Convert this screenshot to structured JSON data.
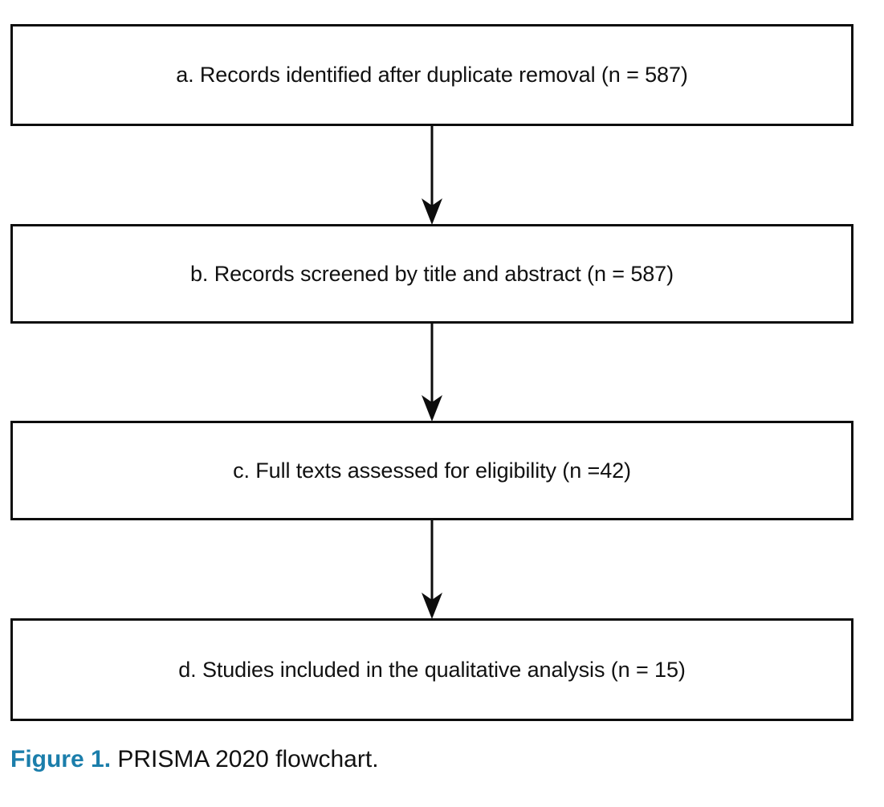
{
  "figure": {
    "caption_prefix": "Figure 1.",
    "caption_text": "PRISMA 2020 flowchart.",
    "accent_color": "#1b7eab",
    "text_color": "#111111",
    "border_color": "#0d0d0d",
    "background_color": "#ffffff"
  },
  "chart_data": {
    "type": "diagram",
    "diagram_type": "prisma-2020-flowchart",
    "title": "PRISMA 2020 flowchart",
    "orientation": "vertical",
    "nodes": [
      {
        "id": "a",
        "label": "a. Records identified after duplicate removal (n = 587)",
        "stage": "identification",
        "n": 587
      },
      {
        "id": "b",
        "label": "b. Records screened by title and abstract (n = 587)",
        "stage": "screening",
        "n": 587
      },
      {
        "id": "c",
        "label": "c. Full texts assessed for eligibility (n =42)",
        "stage": "eligibility",
        "n": 42
      },
      {
        "id": "d",
        "label": "d. Studies included in the qualitative analysis (n = 15)",
        "stage": "included",
        "n": 15
      }
    ],
    "edges": [
      {
        "from": "a",
        "to": "b",
        "style": "solid-arrow-down"
      },
      {
        "from": "b",
        "to": "c",
        "style": "solid-arrow-down"
      },
      {
        "from": "c",
        "to": "d",
        "style": "solid-arrow-down"
      }
    ]
  }
}
